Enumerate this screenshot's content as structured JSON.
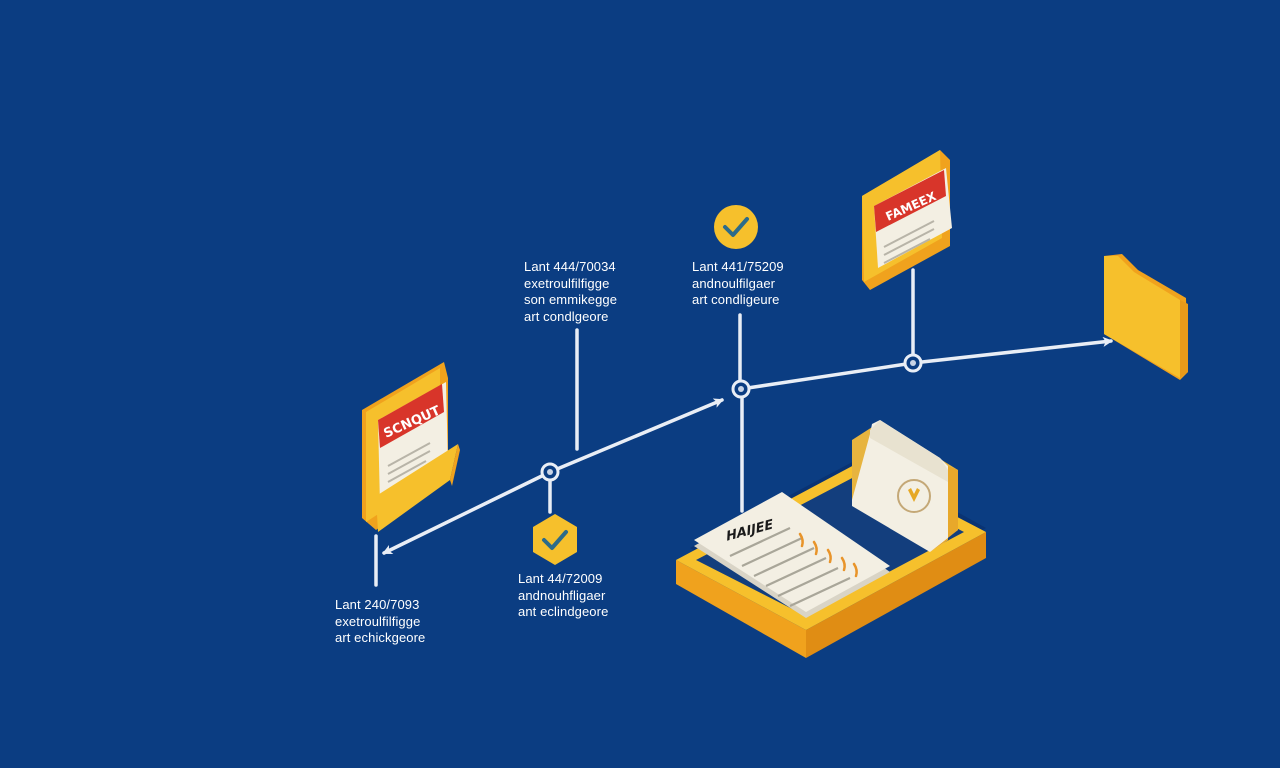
{
  "colors": {
    "background": "#0b3d82",
    "folder_yellow": "#f6c02c",
    "folder_orange": "#f0a21d",
    "tab_red": "#d8352a",
    "paper": "#f3efe3",
    "connector": "#e9eef6",
    "badge_check": "#2c6b8a"
  },
  "icons": [
    "folder-icon",
    "document-icon",
    "check-badge-icon",
    "node-icon",
    "arrow-icon",
    "calendar-icon",
    "checklist-icon"
  ],
  "nodes": [
    {
      "title": "Lant 240/7093",
      "lines": [
        "exetroulfilfigge",
        "art echickgeore"
      ]
    },
    {
      "title": "Lant 444/70034",
      "lines": [
        "exetroulfilfigge",
        "son emmikegge",
        "art condlgeore"
      ]
    },
    {
      "title": "Lant 44/72009",
      "lines": [
        "andnouhfligaer",
        "ant eclindgeore"
      ]
    },
    {
      "title": "Lant 441/75209",
      "lines": [
        "andnoulfilgaer",
        "art condligeure"
      ]
    }
  ],
  "docs": {
    "left_tab": "SCNQUT",
    "top_tab": "FAMEEX",
    "checklist_title": "HAIJEE"
  }
}
